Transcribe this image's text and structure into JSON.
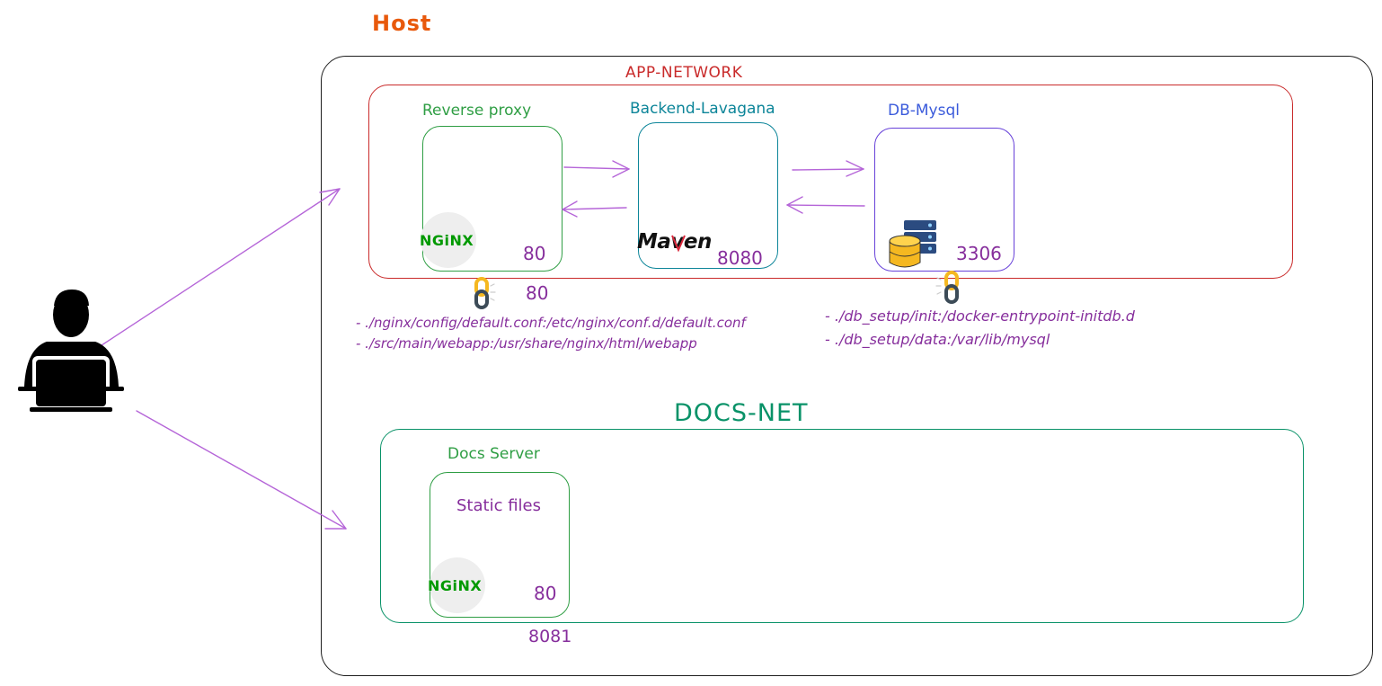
{
  "host": {
    "label": "Host"
  },
  "app_network": {
    "label": "APP-NETWORK"
  },
  "docs_net": {
    "label": "DOCS-NET"
  },
  "reverse_proxy": {
    "label": "Reverse proxy",
    "logo": "NGiNX",
    "port": "80",
    "published_port": "80",
    "volumes": [
      "- ./nginx/config/default.conf:/etc/nginx/conf.d/default.conf",
      "- ./src/main/webapp:/usr/share/nginx/html/webapp"
    ]
  },
  "backend": {
    "label": "Backend-Lavagana",
    "logo": "Maven",
    "port": "8080"
  },
  "db": {
    "label": "DB-Mysql",
    "port": "3306",
    "icon": "database-server-icon",
    "volumes": [
      "- ./db_setup/init:/docker-entrypoint-initdb.d",
      "- ./db_setup/data:/var/lib/mysql"
    ]
  },
  "docs_server": {
    "label": "Docs Server",
    "content": "Static files",
    "logo": "NGiNX",
    "port": "80",
    "published_port": "8081"
  },
  "user": {
    "icon": "user-laptop-icon"
  },
  "colors": {
    "host": "#e8590c",
    "app_network": "#c92a2a",
    "docs_net": "#099268",
    "proxy": "#2f9e44",
    "backend": "#0c8599",
    "db": "#6741d9",
    "ports": "#862e9c",
    "arrows": "#b565d8"
  }
}
